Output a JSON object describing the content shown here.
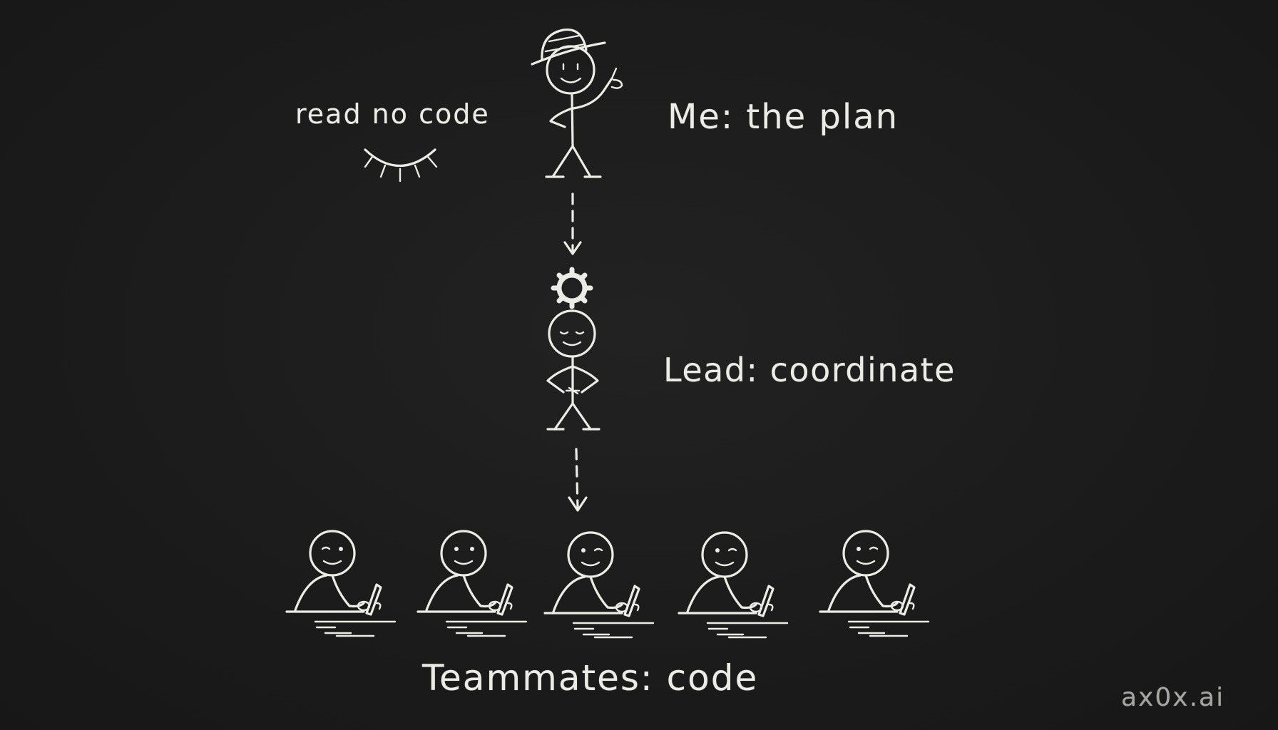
{
  "labels": {
    "read_no_code": "read no code",
    "me": "Me: the plan",
    "lead": "Lead: coordinate",
    "teammates": "Teammates: code",
    "brand": "ax0x.ai"
  },
  "icons": {
    "closed_eye": "closed-eye-icon",
    "gear": "gear-icon",
    "hat": "hat-icon",
    "pen": "pen-icon",
    "arrow": "arrow-down-icon"
  },
  "colors": {
    "background": "#1c1c1c",
    "chalk": "#ecece6",
    "brand": "#a6a6a0"
  }
}
